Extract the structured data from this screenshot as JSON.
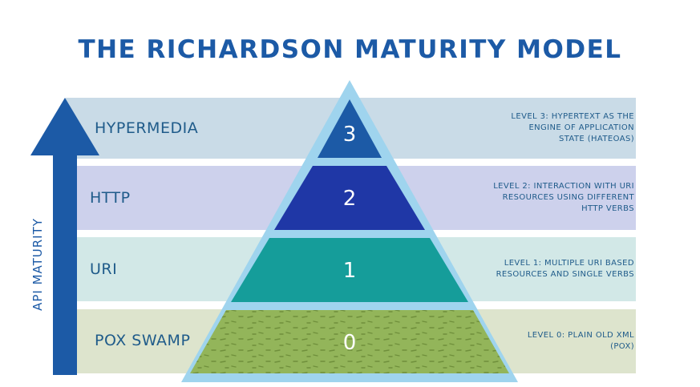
{
  "title": "THE RICHARDSON MATURITY MODEL",
  "axis_label": "API MATURITY",
  "colors": {
    "title": "#1c5aa6",
    "arrow": "#1c5aa6",
    "pyramid_outline": "#9fd4ee",
    "band_hypermedia": "#c9dbe7",
    "band_http": "#cdd1ec",
    "band_uri": "#d2e8e7",
    "band_pox": "#dde4cd",
    "level_3": "#1c5aa6",
    "level_2": "#1f37a6",
    "level_1": "#159d9a",
    "level_0": "#93b55a"
  },
  "levels": [
    {
      "number": "3",
      "name": "HYPERMEDIA",
      "description": [
        "LEVEL 3: HYPERTEXT AS THE",
        "ENGINE OF APPLICATION",
        "STATE (HATEOAS)"
      ]
    },
    {
      "number": "2",
      "name": "HTTP",
      "description": [
        "LEVEL 2: INTERACTION WITH URI",
        "RESOURCES USING DIFFERENT",
        "HTTP VERBS"
      ]
    },
    {
      "number": "1",
      "name": "URI",
      "description": [
        "LEVEL 1: MULTIPLE URI BASED",
        "RESOURCES AND SINGLE VERBS"
      ]
    },
    {
      "number": "0",
      "name": "POX SWAMP",
      "description": [
        "LEVEL 0: PLAIN OLD XML",
        "(POX)"
      ]
    }
  ]
}
